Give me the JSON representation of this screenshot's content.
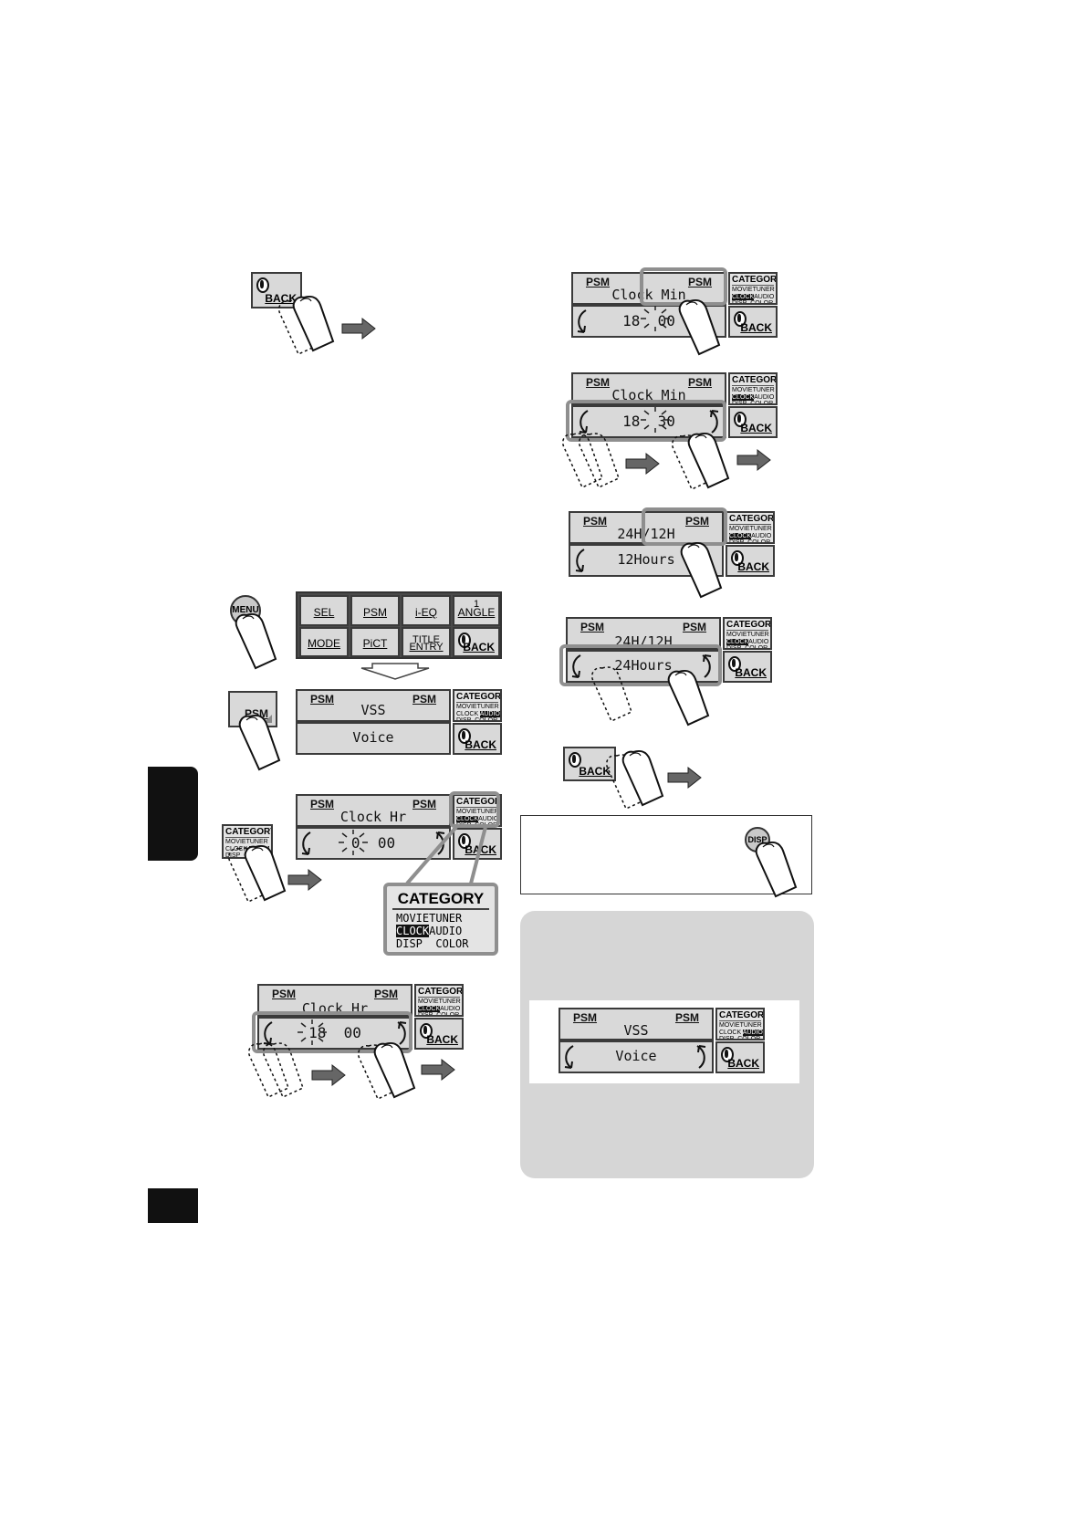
{
  "colors": {
    "lcd_face": "#d9d9d9",
    "frame_gray": "#8f8f8f",
    "black_tab": "#111111",
    "note_bg": "#d6d6d6"
  },
  "labels": {
    "psm": "PSM",
    "back": "BACK",
    "category": "CATEGORY",
    "cat_row1_a": "MOVIE",
    "cat_row1_b": "TUNER",
    "cat_row2_a": "CLOCK",
    "cat_row2_b": "AUDIO",
    "cat_row3_a": "DISP",
    "cat_row3_b": "COLOR",
    "menu": "MENU",
    "disp": "DISP"
  },
  "menu_grid": {
    "sel": "SEL",
    "psm": "PSM",
    "ieq": "i-EQ",
    "angle_num": "1",
    "angle": "ANGLE",
    "mode": "MODE",
    "pict": "PiCT",
    "title": "TITLE",
    "entry": "ENTRY",
    "back": "BACK"
  },
  "screens": {
    "vss": {
      "top": "VSS",
      "bottom": "Voice"
    },
    "clock_hr_0": {
      "top": "Clock Hr",
      "hour": "0",
      "min": "00"
    },
    "clock_hr_18": {
      "top": "Clock Hr",
      "hour": "18",
      "min": "00"
    },
    "clock_min_00": {
      "top": "Clock Min",
      "hour": "18",
      "min": "00"
    },
    "clock_min_30": {
      "top": "Clock Min",
      "hour": "18",
      "min": "30"
    },
    "h24_12": {
      "top": "24H/12H",
      "bottom": "12Hours"
    },
    "h24_24": {
      "top": "24H/12H",
      "bottom": "24Hours"
    },
    "note_vss": {
      "top": "VSS",
      "bottom": "Voice"
    }
  },
  "icons": [
    "finger-press-icon",
    "right-arrow-icon",
    "down-arrow-icon",
    "flash-icon",
    "knob-icon",
    "rotate-left-icon",
    "rotate-right-icon"
  ]
}
